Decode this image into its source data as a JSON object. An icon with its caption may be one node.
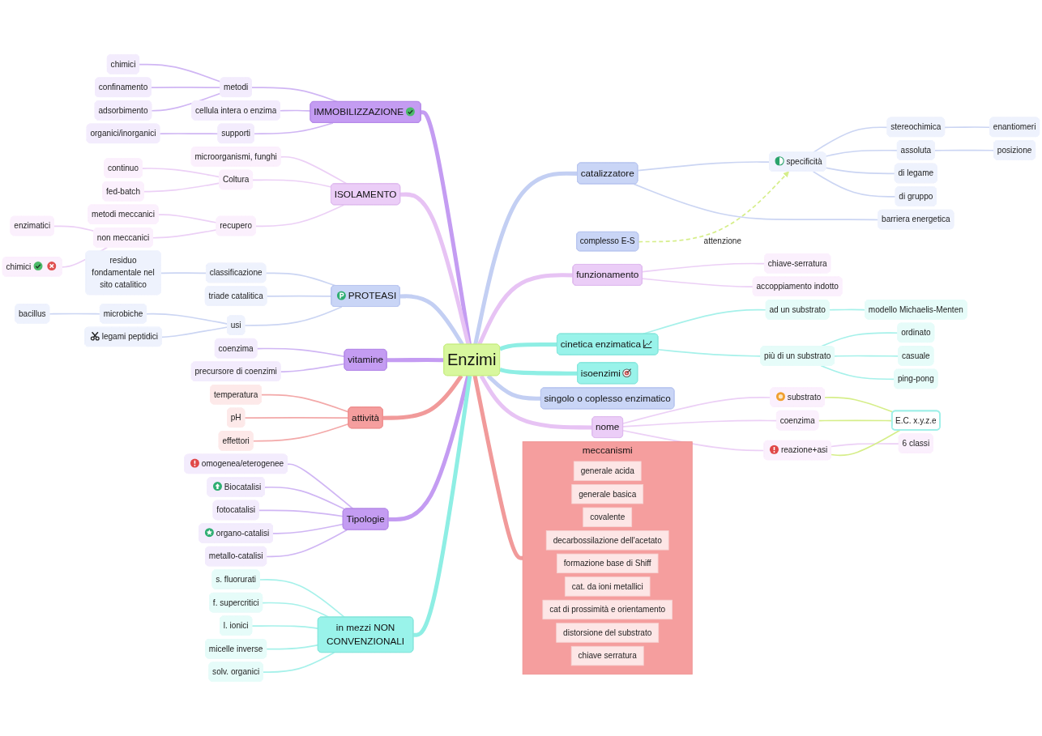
{
  "diagram": {
    "nodes": [
      {
        "text": [
          "Enzimi"
        ]
      },
      {
        "text": [
          "IMMOBILIZZAZIONE"
        ]
      },
      {
        "text": [
          "metodi"
        ]
      },
      {
        "text": [
          "chimici"
        ]
      },
      {
        "text": [
          "confinamento"
        ]
      },
      {
        "text": [
          "adsorbimento"
        ]
      },
      {
        "text": [
          "cellula intera o enzima"
        ]
      },
      {
        "text": [
          "supporti"
        ]
      },
      {
        "text": [
          "organici/inorganici"
        ]
      },
      {
        "text": [
          "ISOLAMENTO"
        ]
      },
      {
        "text": [
          "microorganismi, funghi"
        ]
      },
      {
        "text": [
          "Coltura"
        ]
      },
      {
        "text": [
          "continuo"
        ]
      },
      {
        "text": [
          "fed-batch"
        ]
      },
      {
        "text": [
          "recupero"
        ]
      },
      {
        "text": [
          "metodi meccanici"
        ]
      },
      {
        "text": [
          "non meccanici"
        ]
      },
      {
        "text": [
          "enzimatici"
        ]
      },
      {
        "text": [
          "chimici"
        ]
      },
      {
        "text": [
          "PROTEASI"
        ]
      },
      {
        "text": [
          "classificazione"
        ]
      },
      {
        "text": [
          "residuo fondamentale nel sito catalitico"
        ]
      },
      {
        "text": [
          "triade catalitica"
        ]
      },
      {
        "text": [
          "usi"
        ]
      },
      {
        "text": [
          "microbiche"
        ]
      },
      {
        "text": [
          "bacillus"
        ]
      },
      {
        "text": [
          "legami peptidici"
        ]
      },
      {
        "text": [
          "vitamine"
        ]
      },
      {
        "text": [
          "coenzima"
        ]
      },
      {
        "text": [
          "precursore di coenzimi"
        ]
      },
      {
        "text": [
          "attività"
        ]
      },
      {
        "text": [
          "temperatura"
        ]
      },
      {
        "text": [
          "pH"
        ]
      },
      {
        "text": [
          "effettori"
        ]
      },
      {
        "text": [
          "Tipologie"
        ]
      },
      {
        "text": [
          "omogenea/eterogenee"
        ]
      },
      {
        "text": [
          "Biocatalisi"
        ]
      },
      {
        "text": [
          "fotocatalisi"
        ]
      },
      {
        "text": [
          "organo-catalisi"
        ]
      },
      {
        "text": [
          "metallo-catalisi"
        ]
      },
      {
        "text": [
          "in mezzi NON CONVENZIONALI"
        ]
      },
      {
        "text": [
          "s. fluorurati"
        ]
      },
      {
        "text": [
          "f. supercritici"
        ]
      },
      {
        "text": [
          "l. ionici"
        ]
      },
      {
        "text": [
          "micelle inverse"
        ]
      },
      {
        "text": [
          "solv. organici"
        ]
      },
      {
        "text": [
          "complesso E-S"
        ]
      },
      {
        "text": [
          "catalizzatore"
        ]
      },
      {
        "text": [
          "specificità"
        ]
      },
      {
        "text": [
          "stereochimica"
        ]
      },
      {
        "text": [
          "enantiomeri"
        ]
      },
      {
        "text": [
          "assoluta"
        ]
      },
      {
        "text": [
          "posizione"
        ]
      },
      {
        "text": [
          "di legame"
        ]
      },
      {
        "text": [
          "di gruppo"
        ]
      },
      {
        "text": [
          "barriera energetica"
        ]
      },
      {
        "text": [
          "funzionamento"
        ]
      },
      {
        "text": [
          "chiave-serratura"
        ]
      },
      {
        "text": [
          "accoppiamento indotto"
        ]
      },
      {
        "text": [
          "cinetica enzimatica"
        ]
      },
      {
        "text": [
          "ad un substrato"
        ]
      },
      {
        "text": [
          "modello Michaelis-Menten"
        ]
      },
      {
        "text": [
          "più di un substrato"
        ]
      },
      {
        "text": [
          "ordinato"
        ]
      },
      {
        "text": [
          "casuale"
        ]
      },
      {
        "text": [
          "ping-pong"
        ]
      },
      {
        "text": [
          "isoenzimi"
        ]
      },
      {
        "text": [
          "meccanismi"
        ]
      },
      {
        "text": [
          "generale acida"
        ],
        "in": 67
      },
      {
        "text": [
          "generale basica"
        ],
        "in": 67
      },
      {
        "text": [
          "covalente"
        ],
        "in": 67
      },
      {
        "text": [
          "decarbossilazione dell'acetato"
        ],
        "in": 67
      },
      {
        "text": [
          "formazione base di Shiff"
        ],
        "in": 67
      },
      {
        "text": [
          "cat. da ioni metallici"
        ],
        "in": 67
      },
      {
        "text": [
          "cat di prossimità e orientamento"
        ],
        "in": 67
      },
      {
        "text": [
          "distorsione del substrato"
        ],
        "in": 67
      },
      {
        "text": [
          "chiave serratura"
        ],
        "in": 67
      },
      {
        "text": [
          "singolo o coplesso enzimatico"
        ]
      },
      {
        "text": [
          "nome"
        ]
      },
      {
        "text": [
          "substrato"
        ]
      },
      {
        "text": [
          "coenzima"
        ]
      },
      {
        "text": [
          "reazione+asi"
        ]
      },
      {
        "text": [
          "6 classi"
        ]
      },
      {
        "text": [
          "E.C. x.y.z.e"
        ]
      }
    ],
    "edges": [
      {
        "from": 1,
        "to": 0,
        "arrow": "none",
        "style": "thick",
        "color": "#c49cf2"
      },
      {
        "from": 2,
        "to": 1,
        "arrow": "none",
        "color": "#d0b6f4"
      },
      {
        "from": 3,
        "to": 2,
        "arrow": "none",
        "color": "#d0b6f4"
      },
      {
        "from": 4,
        "to": 2,
        "arrow": "none",
        "color": "#d0b6f4"
      },
      {
        "from": 5,
        "to": 2,
        "arrow": "none",
        "color": "#d0b6f4"
      },
      {
        "from": 6,
        "to": 1,
        "arrow": "none",
        "color": "#d0b6f4"
      },
      {
        "from": 7,
        "to": 1,
        "arrow": "none",
        "color": "#d0b6f4"
      },
      {
        "from": 8,
        "to": 7,
        "arrow": "none",
        "color": "#d0b6f4"
      },
      {
        "from": 9,
        "to": 0,
        "arrow": "none",
        "style": "thick",
        "color": "#e7c3f4"
      },
      {
        "from": 10,
        "to": 9,
        "arrow": "none",
        "color": "#ecd0f6"
      },
      {
        "from": 11,
        "to": 9,
        "arrow": "none",
        "color": "#ecd0f6"
      },
      {
        "from": 12,
        "to": 11,
        "arrow": "none",
        "color": "#ecd0f6"
      },
      {
        "from": 13,
        "to": 11,
        "arrow": "none",
        "color": "#ecd0f6"
      },
      {
        "from": 14,
        "to": 9,
        "arrow": "none",
        "color": "#ecd0f6"
      },
      {
        "from": 15,
        "to": 14,
        "arrow": "none",
        "color": "#ecd0f6"
      },
      {
        "from": 16,
        "to": 14,
        "arrow": "none",
        "color": "#ecd0f6"
      },
      {
        "from": 17,
        "to": 16,
        "arrow": "none",
        "color": "#ecd0f6"
      },
      {
        "from": 18,
        "to": 16,
        "arrow": "none",
        "color": "#ecd0f6"
      },
      {
        "from": 19,
        "to": 0,
        "arrow": "none",
        "style": "thick",
        "color": "#c3cff3"
      },
      {
        "from": 20,
        "to": 19,
        "arrow": "none",
        "color": "#cbd5f3"
      },
      {
        "from": 21,
        "to": 20,
        "arrow": "none",
        "color": "#cbd5f3"
      },
      {
        "from": 22,
        "to": 19,
        "arrow": "none",
        "color": "#cbd5f3"
      },
      {
        "from": 23,
        "to": 19,
        "arrow": "none",
        "color": "#cbd5f3"
      },
      {
        "from": 24,
        "to": 23,
        "arrow": "none",
        "color": "#cbd5f3"
      },
      {
        "from": 25,
        "to": 24,
        "arrow": "none",
        "color": "#cbd5f3"
      },
      {
        "from": 26,
        "to": 23,
        "arrow": "none",
        "color": "#cbd5f3"
      },
      {
        "from": 27,
        "to": 0,
        "arrow": "none",
        "style": "thick",
        "color": "#c49cf2"
      },
      {
        "from": 28,
        "to": 27,
        "arrow": "none",
        "color": "#d0b6f4"
      },
      {
        "from": 29,
        "to": 27,
        "arrow": "none",
        "color": "#d0b6f4"
      },
      {
        "from": 30,
        "to": 0,
        "arrow": "none",
        "style": "thick",
        "color": "#f19a9a"
      },
      {
        "from": 31,
        "to": 30,
        "arrow": "none",
        "color": "#f3a9a9"
      },
      {
        "from": 32,
        "to": 30,
        "arrow": "none",
        "color": "#f3a9a9"
      },
      {
        "from": 33,
        "to": 30,
        "arrow": "none",
        "color": "#f3a9a9"
      },
      {
        "from": 34,
        "to": 0,
        "arrow": "none",
        "style": "thick",
        "color": "#c49cf2"
      },
      {
        "from": 35,
        "to": 34,
        "arrow": "none",
        "color": "#d0b6f4"
      },
      {
        "from": 36,
        "to": 34,
        "arrow": "none",
        "color": "#d0b6f4"
      },
      {
        "from": 37,
        "to": 34,
        "arrow": "none",
        "color": "#d0b6f4"
      },
      {
        "from": 38,
        "to": 34,
        "arrow": "none",
        "color": "#d0b6f4"
      },
      {
        "from": 39,
        "to": 34,
        "arrow": "none",
        "color": "#d0b6f4"
      },
      {
        "from": 40,
        "to": 0,
        "arrow": "none",
        "style": "thick",
        "color": "#8eeee4"
      },
      {
        "from": 41,
        "to": 40,
        "arrow": "none",
        "color": "#a6f1ea"
      },
      {
        "from": 42,
        "to": 40,
        "arrow": "none",
        "color": "#a6f1ea"
      },
      {
        "from": 43,
        "to": 40,
        "arrow": "none",
        "color": "#a6f1ea"
      },
      {
        "from": 44,
        "to": 40,
        "arrow": "none",
        "color": "#a6f1ea"
      },
      {
        "from": 45,
        "to": 40,
        "arrow": "none",
        "color": "#a6f1ea"
      },
      {
        "from": 46,
        "to": 48,
        "arrow": "to",
        "label": "attenzione",
        "style": "dashed",
        "color": "#d6ee8a"
      },
      {
        "from": 0,
        "to": 47,
        "arrow": "none",
        "style": "thick",
        "color": "#c3cff3"
      },
      {
        "from": 47,
        "to": 48,
        "arrow": "none",
        "color": "#cbd5f3"
      },
      {
        "from": 48,
        "to": 49,
        "arrow": "none",
        "color": "#cbd5f3"
      },
      {
        "from": 49,
        "to": 50,
        "arrow": "none",
        "color": "#cbd5f3"
      },
      {
        "from": 48,
        "to": 51,
        "arrow": "none",
        "color": "#cbd5f3"
      },
      {
        "from": 51,
        "to": 52,
        "arrow": "none",
        "color": "#cbd5f3"
      },
      {
        "from": 48,
        "to": 53,
        "arrow": "none",
        "color": "#cbd5f3"
      },
      {
        "from": 48,
        "to": 54,
        "arrow": "none",
        "color": "#cbd5f3"
      },
      {
        "from": 47,
        "to": 55,
        "arrow": "none",
        "color": "#cbd5f3"
      },
      {
        "from": 0,
        "to": 56,
        "arrow": "none",
        "style": "thick",
        "color": "#e7c3f4"
      },
      {
        "from": 56,
        "to": 57,
        "arrow": "none",
        "color": "#ecd0f6"
      },
      {
        "from": 56,
        "to": 58,
        "arrow": "none",
        "color": "#ecd0f6"
      },
      {
        "from": 0,
        "to": 59,
        "arrow": "none",
        "style": "thick",
        "color": "#8eeee4"
      },
      {
        "from": 59,
        "to": 60,
        "arrow": "none",
        "color": "#a6f1ea"
      },
      {
        "from": 60,
        "to": 61,
        "arrow": "none",
        "color": "#a6f1ea"
      },
      {
        "from": 59,
        "to": 62,
        "arrow": "none",
        "color": "#a6f1ea"
      },
      {
        "from": 62,
        "to": 63,
        "arrow": "none",
        "color": "#a6f1ea"
      },
      {
        "from": 62,
        "to": 64,
        "arrow": "none",
        "color": "#a6f1ea"
      },
      {
        "from": 62,
        "to": 65,
        "arrow": "none",
        "color": "#a6f1ea"
      },
      {
        "from": 0,
        "to": 66,
        "arrow": "none",
        "style": "thick",
        "color": "#8eeee4"
      },
      {
        "from": 0,
        "to": 67,
        "arrow": "none",
        "style": "thick",
        "color": "#f19a9a"
      },
      {
        "from": 0,
        "to": 77,
        "arrow": "none",
        "style": "thick",
        "color": "#c3cff3"
      },
      {
        "from": 0,
        "to": 78,
        "arrow": "none",
        "style": "thick",
        "color": "#e7c3f4"
      },
      {
        "from": 78,
        "to": 79,
        "arrow": "none",
        "color": "#ecd0f6"
      },
      {
        "from": 78,
        "to": 80,
        "arrow": "none",
        "color": "#ecd0f6"
      },
      {
        "from": 78,
        "to": 81,
        "arrow": "none",
        "color": "#ecd0f6"
      },
      {
        "from": 81,
        "to": 82,
        "arrow": "none",
        "color": "#ecd0f6"
      },
      {
        "from": 79,
        "to": 83,
        "arrow": "none",
        "color": "#d6ee8a"
      },
      {
        "from": 80,
        "to": 83,
        "arrow": "none",
        "color": "#d6ee8a"
      },
      {
        "from": 81,
        "to": 83,
        "arrow": "none",
        "color": "#d6ee8a"
      }
    ]
  }
}
